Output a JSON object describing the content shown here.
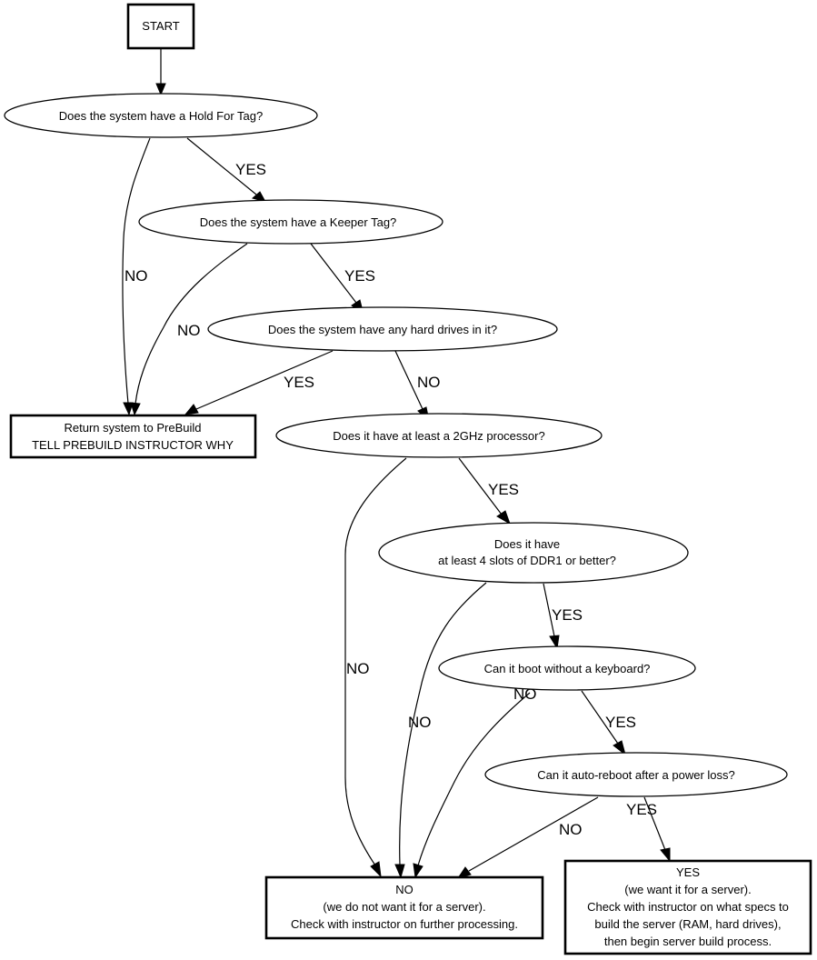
{
  "nodes": {
    "start": {
      "lines": [
        "START"
      ]
    },
    "hold_for_tag": {
      "lines": [
        "Does the system have a Hold For Tag?"
      ]
    },
    "keeper_tag": {
      "lines": [
        "Does the system have a Keeper Tag?"
      ]
    },
    "hard_drives": {
      "lines": [
        "Does the system have any hard drives in it?"
      ]
    },
    "return_prebuild": {
      "lines": [
        "Return system to PreBuild",
        "TELL PREBUILD INSTRUCTOR WHY"
      ]
    },
    "processor": {
      "lines": [
        "Does it have at least a 2GHz processor?"
      ]
    },
    "ddr_slots": {
      "lines": [
        "Does it have",
        "at least 4 slots of DDR1 or better?"
      ]
    },
    "boot_keyboard": {
      "lines": [
        "Can it boot without a keyboard?"
      ]
    },
    "auto_reboot": {
      "lines": [
        "Can it auto-reboot after a power loss?"
      ]
    },
    "result_no": {
      "lines": [
        "NO",
        "(we do not want it for a server).",
        "Check with instructor on further processing."
      ]
    },
    "result_yes": {
      "lines": [
        "YES",
        "(we want it for a server).",
        "Check with instructor on what specs to",
        "build the server (RAM, hard drives),",
        "then begin server build process."
      ]
    }
  },
  "edges": [
    {
      "id": "start-hold",
      "from": "START",
      "to": "Hold For Tag",
      "label": ""
    },
    {
      "id": "hold-keeper",
      "from": "Hold For Tag",
      "to": "Keeper Tag",
      "label": "YES"
    },
    {
      "id": "hold-return",
      "from": "Hold For Tag",
      "to": "Return to PreBuild",
      "label": "NO"
    },
    {
      "id": "keeper-drives",
      "from": "Keeper Tag",
      "to": "Hard drives",
      "label": "YES"
    },
    {
      "id": "keeper-return",
      "from": "Keeper Tag",
      "to": "Return to PreBuild",
      "label": "NO"
    },
    {
      "id": "drives-return",
      "from": "Hard drives",
      "to": "Return to PreBuild",
      "label": "YES"
    },
    {
      "id": "drives-processor",
      "from": "Hard drives",
      "to": "Processor",
      "label": "NO"
    },
    {
      "id": "processor-ddr",
      "from": "Processor",
      "to": "DDR slots",
      "label": "YES"
    },
    {
      "id": "processor-no",
      "from": "Processor",
      "to": "Result NO",
      "label": "NO"
    },
    {
      "id": "ddr-boot",
      "from": "DDR slots",
      "to": "Boot keyboard",
      "label": "YES"
    },
    {
      "id": "ddr-no",
      "from": "DDR slots",
      "to": "Result NO",
      "label": "NO"
    },
    {
      "id": "boot-reboot",
      "from": "Boot keyboard",
      "to": "Auto reboot",
      "label": "YES"
    },
    {
      "id": "boot-no",
      "from": "Boot keyboard",
      "to": "Result NO",
      "label": "NO"
    },
    {
      "id": "reboot-yes",
      "from": "Auto reboot",
      "to": "Result YES",
      "label": "YES"
    },
    {
      "id": "reboot-no",
      "from": "Auto reboot",
      "to": "Result NO",
      "label": "NO"
    }
  ]
}
